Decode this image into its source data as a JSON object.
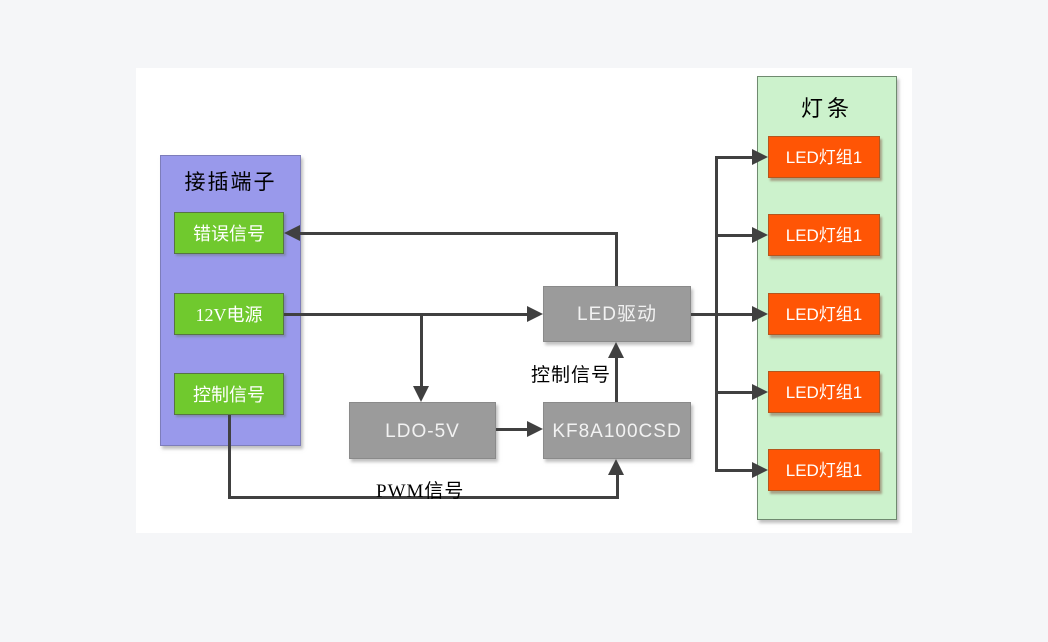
{
  "connector_panel": {
    "title": "接插端子",
    "items": [
      {
        "label": "错误信号"
      },
      {
        "label": "12V电源"
      },
      {
        "label": "控制信号"
      }
    ]
  },
  "blocks": {
    "ldo": {
      "label": "LDO-5V"
    },
    "mcu": {
      "label": "KF8A100CSD"
    },
    "driver": {
      "label": "LED驱动"
    }
  },
  "light_bar": {
    "title": "灯条",
    "groups": [
      {
        "label": "LED灯组1"
      },
      {
        "label": "LED灯组1"
      },
      {
        "label": "LED灯组1"
      },
      {
        "label": "LED灯组1"
      },
      {
        "label": "LED灯组1"
      }
    ]
  },
  "wire_labels": {
    "control_signal": "控制信号",
    "pwm_signal": "PWM信号"
  },
  "colors": {
    "panel_purple": "#9999EB",
    "signal_green": "#70C92E",
    "block_gray": "#9B9B9B",
    "lightbar_green": "#CCF2CC",
    "led_orange": "#FF5505",
    "wire_dark": "#404040"
  }
}
